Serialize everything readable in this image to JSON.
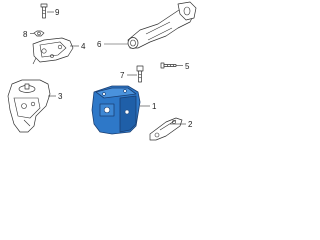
{
  "diagram": {
    "callouts": [
      {
        "id": "bolt-top",
        "text": "9"
      },
      {
        "id": "upper-bracket",
        "text": "4"
      },
      {
        "id": "nut",
        "text": "8"
      },
      {
        "id": "torque-rod",
        "text": "6"
      },
      {
        "id": "left-mount",
        "text": "3"
      },
      {
        "id": "stud-bolt",
        "text": "5"
      },
      {
        "id": "bolt-right",
        "text": "7"
      },
      {
        "id": "transmission-mount",
        "text": "1"
      },
      {
        "id": "lower-bracket",
        "text": "2"
      }
    ],
    "colors": {
      "highlight_fill": "#2e78c8",
      "highlight_stroke": "#1a3f73",
      "line": "#333333"
    }
  }
}
